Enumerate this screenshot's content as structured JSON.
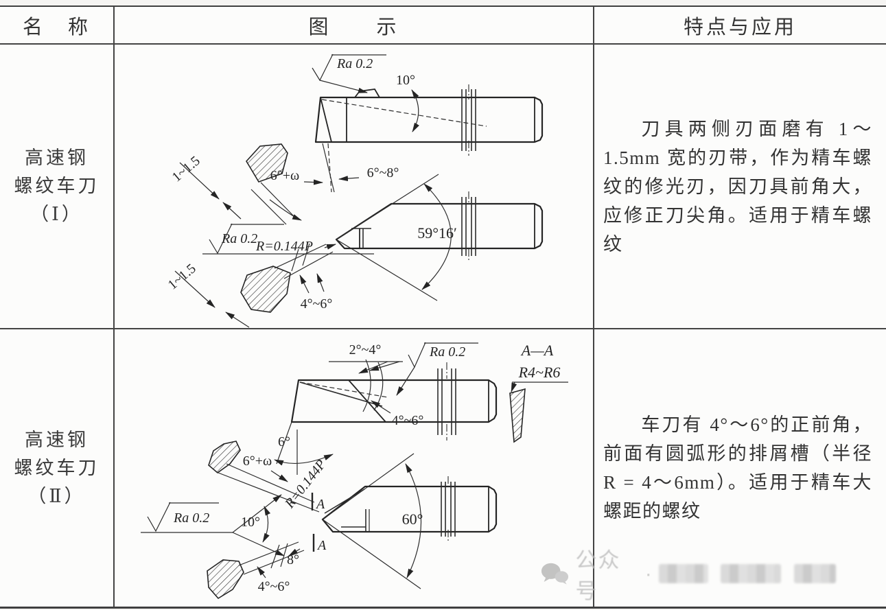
{
  "header": {
    "name": "名　称",
    "illustration": "图　　示",
    "features": "特点与应用"
  },
  "rows": [
    {
      "name_lines": [
        "高速钢",
        "螺纹车刀",
        "（Ⅰ）"
      ],
      "features": "刀具两侧刃面磨有 1～1.5mm 宽的刃带，作为精车螺纹的修光刃，因刀具前角大，应修正刀尖角。适用于精车螺纹",
      "diagram": {
        "ra_top": "Ra 0.2",
        "angle_back_rake": "10°",
        "dim_land_upper": "1~1.5",
        "angle_omega": "6°+ω",
        "angle_side_clearance": "6°~8°",
        "ra_tip": "Ra 0.2",
        "nose_radius": "R=0.144P",
        "thread_angle": "59°16′",
        "dim_land_lower": "1~1.5",
        "angle_front_clearance": "4°~6°"
      }
    },
    {
      "name_lines": [
        "高速钢",
        "螺纹车刀",
        "（Ⅱ）"
      ],
      "features": "车刀有 4°～6°的正前角，前面有圆弧形的排屑槽（半径 R = 4～6mm）。适用于精车大螺距的螺纹",
      "diagram": {
        "angle_back": "2°~4°",
        "ra_top": "Ra 0.2",
        "angle_rake": "4°~6°",
        "section_title": "A—A",
        "section_radius": "R4~R6",
        "angle_lead": "6°",
        "angle_omega": "6°+ω",
        "nose_radius": "R=0.144P",
        "ra_left": "Ra 0.2",
        "angle_ten": "10°",
        "section_marker_top": "A",
        "section_marker_bottom": "A",
        "angle_eight": "8°",
        "angle_front_clearance": "4°~6°",
        "thread_angle": "60°"
      }
    }
  ],
  "watermark": {
    "icon": "wechat-bubbles-icon",
    "label": "公众号",
    "separator": "·"
  }
}
